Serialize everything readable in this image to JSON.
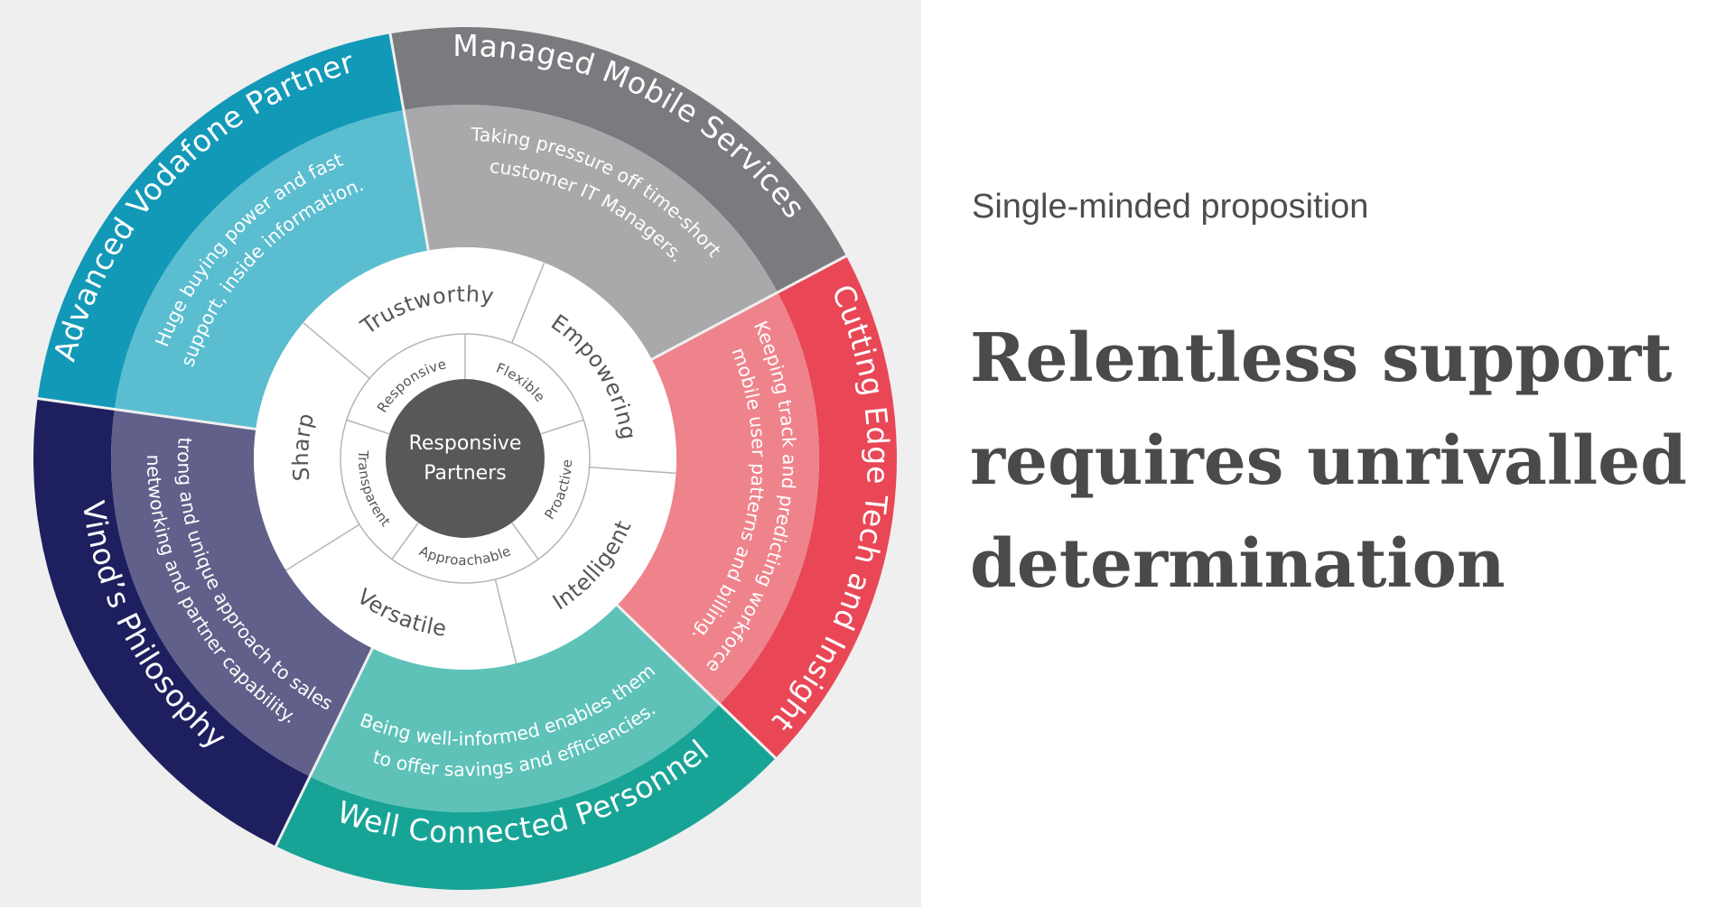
{
  "wheel": {
    "center": {
      "lines": [
        "Responsive",
        "Partners"
      ],
      "color": "#58585a"
    },
    "values_ring": [
      "Flexible",
      "Proactive",
      "Approachable",
      "Transparent",
      "Responsive"
    ],
    "attributes_ring": [
      "Trustworthy",
      "Empowering",
      "Intelligent",
      "Versatile",
      "Sharp"
    ],
    "segments": [
      {
        "title": "Advanced Vodafone Partner",
        "description": [
          "Huge buying power and fast",
          "support, inside information."
        ],
        "outer_color": "#1399b8",
        "inner_color": "#5bbdd0"
      },
      {
        "title": "Managed Mobile Services",
        "description": [
          "Taking pressure off time-short",
          "customer IT Managers."
        ],
        "outer_color": "#7a7b7f",
        "inner_color": "#a9a9ab"
      },
      {
        "title": "Cutting Edge Tech and Insight",
        "description": [
          "Keeping track and predicting workforce",
          "mobile user patterns and billing."
        ],
        "outer_color": "#e94756",
        "inner_color": "#ef838c"
      },
      {
        "title": "Well Connected Personnel",
        "description": [
          "Being well-informed enables them",
          "to offer savings and efficiencies."
        ],
        "outer_color": "#17a496",
        "inner_color": "#5ec2b9"
      },
      {
        "title": "Vinod’s Philosophy",
        "description": [
          "Strong and unique approach to sales,",
          "networking and partner capability."
        ],
        "outer_color": "#1e1f5e",
        "inner_color": "#60608a"
      }
    ]
  },
  "text": {
    "eyebrow": "Single-minded proposition",
    "headline_lines": [
      "Relentless support",
      "requires unrivalled",
      "determination"
    ]
  }
}
